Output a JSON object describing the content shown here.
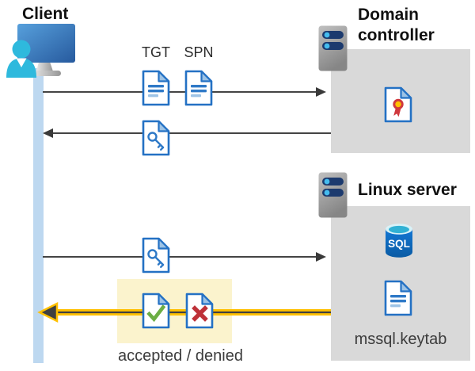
{
  "client": {
    "label": "Client"
  },
  "domain_controller": {
    "title": "Domain controller"
  },
  "linux_server": {
    "title": "Linux server",
    "sql_label": "SQL",
    "keytab_label": "mssql.keytab"
  },
  "messages": {
    "tgt_label": "TGT",
    "spn_label": "SPN",
    "result_label": "accepted / denied"
  },
  "icons": {
    "client": "user-at-computer-icon",
    "domain_controller": "server-icon",
    "linux_server": "server-icon",
    "tgt": "document-icon",
    "spn": "document-icon",
    "service_ticket": "key-document-icon",
    "certificate": "certificate-document-icon",
    "database": "sql-database-icon",
    "keytab_file": "document-icon",
    "accepted": "check-document-icon",
    "denied": "x-document-icon"
  },
  "colors": {
    "doc_border": "#2471C4",
    "doc_fold": "#9DC3E6",
    "doc_line": "#2E79C7",
    "doc_line_light": "#9DC3E6",
    "timeline_blue": "#BDD8F0",
    "box_gray": "#D9D9D9",
    "highlight_yellow": "#FBF3CD",
    "arrow_gray": "#444444",
    "arrow_yellow": "#FFC000",
    "check_green": "#6CAE44",
    "deny_red": "#BE3138",
    "person_cyan": "#2EB9DD",
    "server_pill_navy": "#1C3A6E",
    "server_dot_blue": "#45BCEE",
    "sql_blue": "#0F6CBD",
    "cert_yellow": "#FFC000",
    "cert_red": "#D0393E"
  }
}
